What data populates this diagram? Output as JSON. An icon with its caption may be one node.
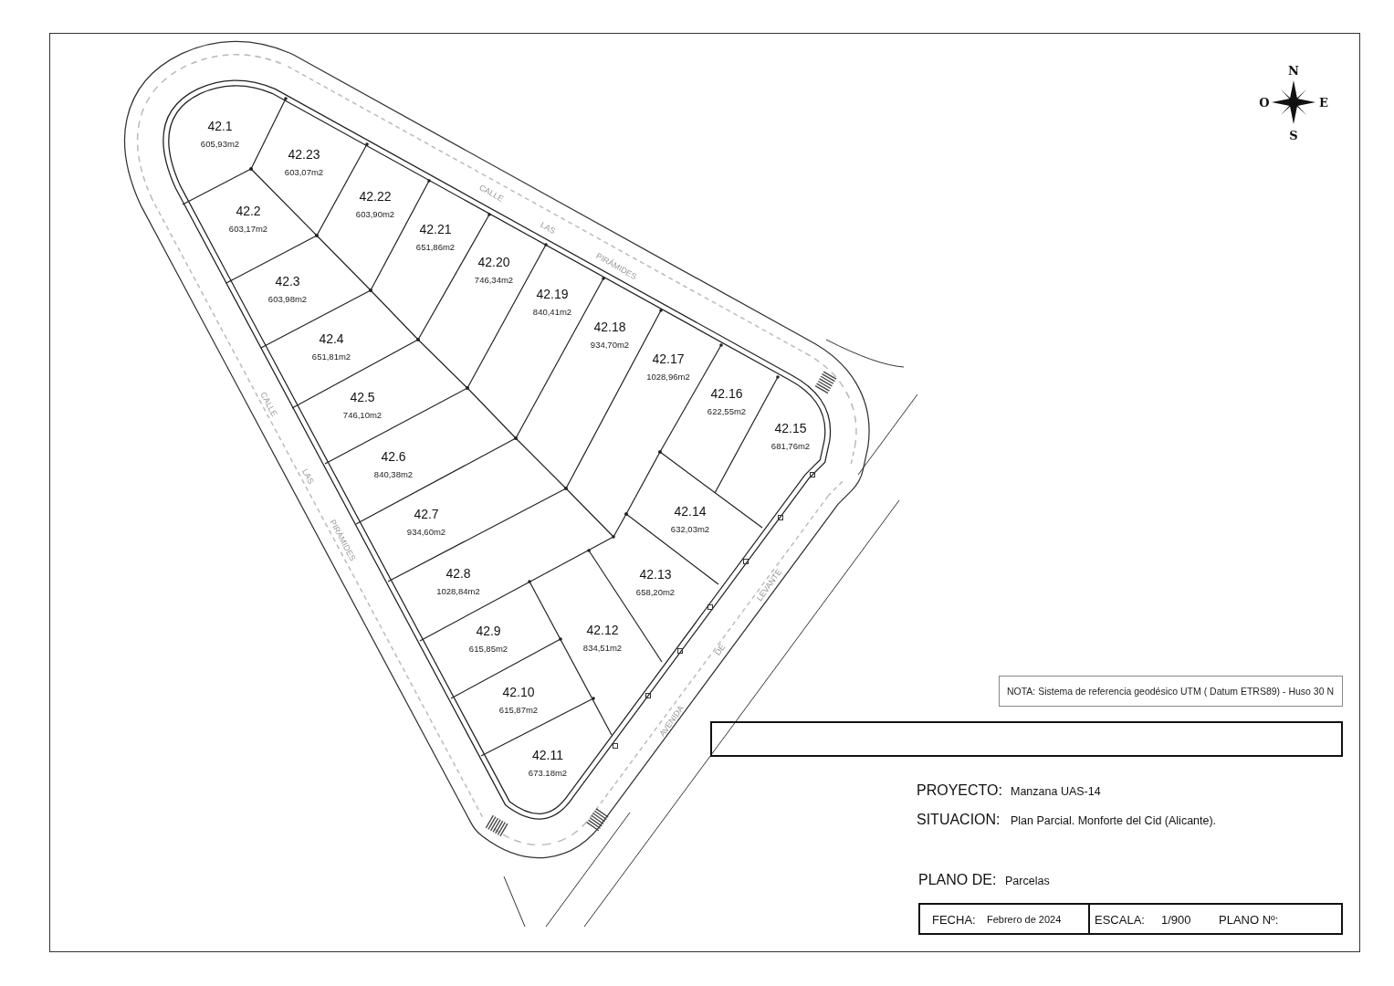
{
  "diagram": {
    "nodes": [
      {
        "text": [
          "42.1",
          "605,93m2"
        ]
      },
      {
        "text": [
          "42.2",
          "603,17m2"
        ]
      },
      {
        "text": [
          "42.3",
          "603,98m2"
        ]
      },
      {
        "text": [
          "42.4",
          "651,81m2"
        ]
      },
      {
        "text": [
          "42.5",
          "746,10m2"
        ]
      },
      {
        "text": [
          "42.6",
          "840,38m2"
        ]
      },
      {
        "text": [
          "42.7",
          "934,60m2"
        ]
      },
      {
        "text": [
          "42.8",
          "1028,84m2"
        ]
      },
      {
        "text": [
          "42.9",
          "615,85m2"
        ]
      },
      {
        "text": [
          "42.10",
          "615,87m2"
        ]
      },
      {
        "text": [
          "42.11",
          "673.18m2"
        ]
      },
      {
        "text": [
          "42.12",
          "834,51m2"
        ]
      },
      {
        "text": [
          "42.13",
          "658,20m2"
        ]
      },
      {
        "text": [
          "42.14",
          "632,03m2"
        ]
      },
      {
        "text": [
          "42.15",
          "681,76m2"
        ]
      },
      {
        "text": [
          "42.16",
          "622,55m2"
        ]
      },
      {
        "text": [
          "42.17",
          "1028,96m2"
        ]
      },
      {
        "text": [
          "42.18",
          "934,70m2"
        ]
      },
      {
        "text": [
          "42.19",
          "840,41m2"
        ]
      },
      {
        "text": [
          "42.20",
          "746,34m2"
        ]
      },
      {
        "text": [
          "42.21",
          "651,86m2"
        ]
      },
      {
        "text": [
          "42.22",
          "603,90m2"
        ]
      },
      {
        "text": [
          "42.23",
          "603,07m2"
        ]
      }
    ],
    "labels": [
      "CALLE",
      "LAS",
      "PIRÁMIDES",
      "CALLE",
      "LAS",
      "PIRÁMIDES",
      "AVENIDA",
      "DE",
      "LEVANTE",
      "N",
      "O",
      "E",
      "S",
      "NOTA:  Sistema de referencia geodésico UTM ( Datum ETRS89) - Huso 30 N",
      "PROYECTO:",
      "Manzana UAS-14",
      "SITUACION:",
      "Plan Parcial. Monforte del Cid (Alicante).",
      "PLANO DE:",
      "Parcelas",
      "FECHA:",
      "Febrero de 2024",
      "ESCALA:",
      "1/900",
      "PLANO Nº:"
    ]
  }
}
